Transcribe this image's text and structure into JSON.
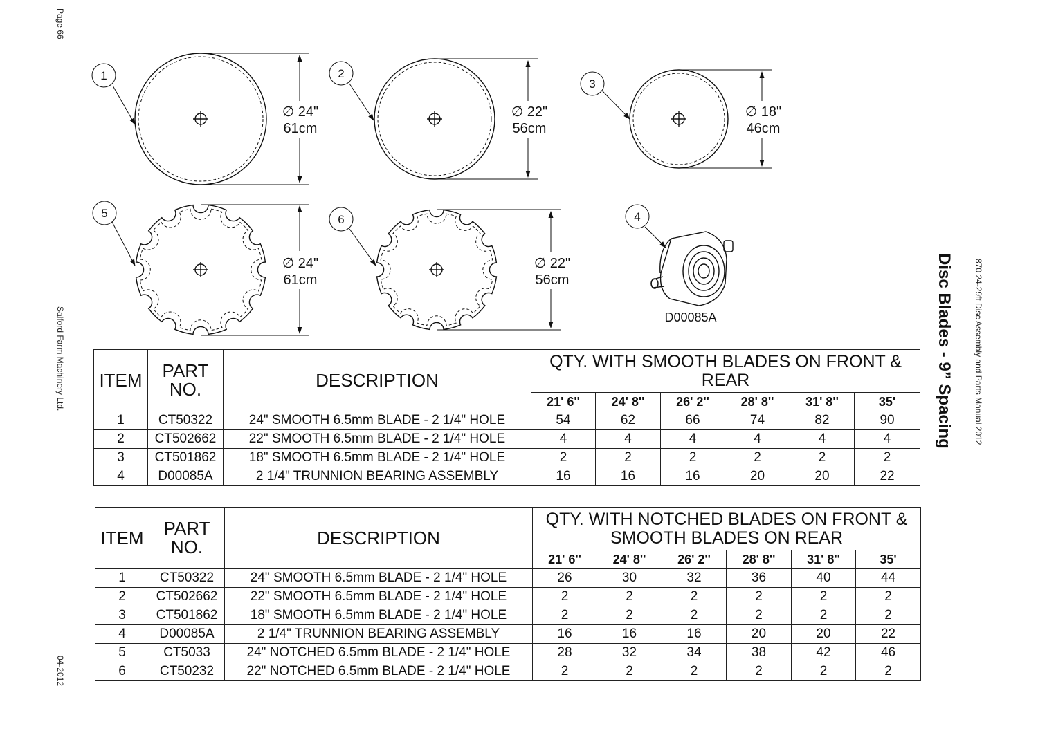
{
  "margins": {
    "page": "Page 66",
    "company": "Salford Farm Machinery Ltd.",
    "date": "04-2012",
    "manual": "870 24-29ft Disc Assembly and Parts Manual 2012",
    "title": "Disc Blades - 9” Spacing"
  },
  "diagram": {
    "balloons": [
      "1",
      "2",
      "3",
      "5",
      "6",
      "4"
    ],
    "dims": {
      "b1": {
        "inch": "∅ 24\"",
        "cm": "61cm"
      },
      "b2": {
        "inch": "∅ 22\"",
        "cm": "56cm"
      },
      "b3": {
        "inch": "∅ 18\"",
        "cm": "46cm"
      },
      "b5": {
        "inch": "∅ 24\"",
        "cm": "61cm"
      },
      "b6": {
        "inch": "∅ 22\"",
        "cm": "56cm"
      }
    },
    "bearing_label": "D00085A"
  },
  "table1": {
    "headers": {
      "item": "ITEM",
      "part": "PART NO.",
      "desc": "DESCRIPTION",
      "qty": "QTY. WITH SMOOTH BLADES ON FRONT & REAR"
    },
    "sizes": [
      "21' 6''",
      "24' 8''",
      "26' 2''",
      "28' 8''",
      "31' 8''",
      "35'"
    ],
    "rows": [
      {
        "item": "1",
        "part": "CT50322",
        "desc": "24\" SMOOTH 6.5mm BLADE - 2 1/4\" HOLE",
        "q": [
          "54",
          "62",
          "66",
          "74",
          "82",
          "90"
        ]
      },
      {
        "item": "2",
        "part": "CT502662",
        "desc": "22\" SMOOTH 6.5mm BLADE - 2 1/4\" HOLE",
        "q": [
          "4",
          "4",
          "4",
          "4",
          "4",
          "4"
        ]
      },
      {
        "item": "3",
        "part": "CT501862",
        "desc": "18\" SMOOTH 6.5mm BLADE - 2 1/4\" HOLE",
        "q": [
          "2",
          "2",
          "2",
          "2",
          "2",
          "2"
        ]
      },
      {
        "item": "4",
        "part": "D00085A",
        "desc": "2 1/4\" TRUNNION BEARING ASSEMBLY",
        "q": [
          "16",
          "16",
          "16",
          "20",
          "20",
          "22"
        ]
      }
    ]
  },
  "table2": {
    "headers": {
      "item": "ITEM",
      "part": "PART NO.",
      "desc": "DESCRIPTION",
      "qty": "QTY. WITH NOTCHED BLADES ON FRONT & SMOOTH BLADES ON REAR"
    },
    "sizes": [
      "21' 6''",
      "24' 8''",
      "26' 2''",
      "28' 8''",
      "31' 8''",
      "35'"
    ],
    "rows": [
      {
        "item": "1",
        "part": "CT50322",
        "desc": "24\" SMOOTH 6.5mm BLADE - 2 1/4\" HOLE",
        "q": [
          "26",
          "30",
          "32",
          "36",
          "40",
          "44"
        ]
      },
      {
        "item": "2",
        "part": "CT502662",
        "desc": "22\" SMOOTH 6.5mm BLADE - 2 1/4\" HOLE",
        "q": [
          "2",
          "2",
          "2",
          "2",
          "2",
          "2"
        ]
      },
      {
        "item": "3",
        "part": "CT501862",
        "desc": "18\" SMOOTH 6.5mm BLADE - 2 1/4\" HOLE",
        "q": [
          "2",
          "2",
          "2",
          "2",
          "2",
          "2"
        ]
      },
      {
        "item": "4",
        "part": "D00085A",
        "desc": "2 1/4\" TRUNNION BEARING ASSEMBLY",
        "q": [
          "16",
          "16",
          "16",
          "20",
          "20",
          "22"
        ]
      },
      {
        "item": "5",
        "part": "CT5033",
        "desc": "24\" NOTCHED 6.5mm BLADE - 2 1/4\" HOLE",
        "q": [
          "28",
          "32",
          "34",
          "38",
          "42",
          "46"
        ]
      },
      {
        "item": "6",
        "part": "CT50232",
        "desc": "22\" NOTCHED 6.5mm BLADE - 2 1/4\" HOLE",
        "q": [
          "2",
          "2",
          "2",
          "2",
          "2",
          "2"
        ]
      }
    ]
  }
}
